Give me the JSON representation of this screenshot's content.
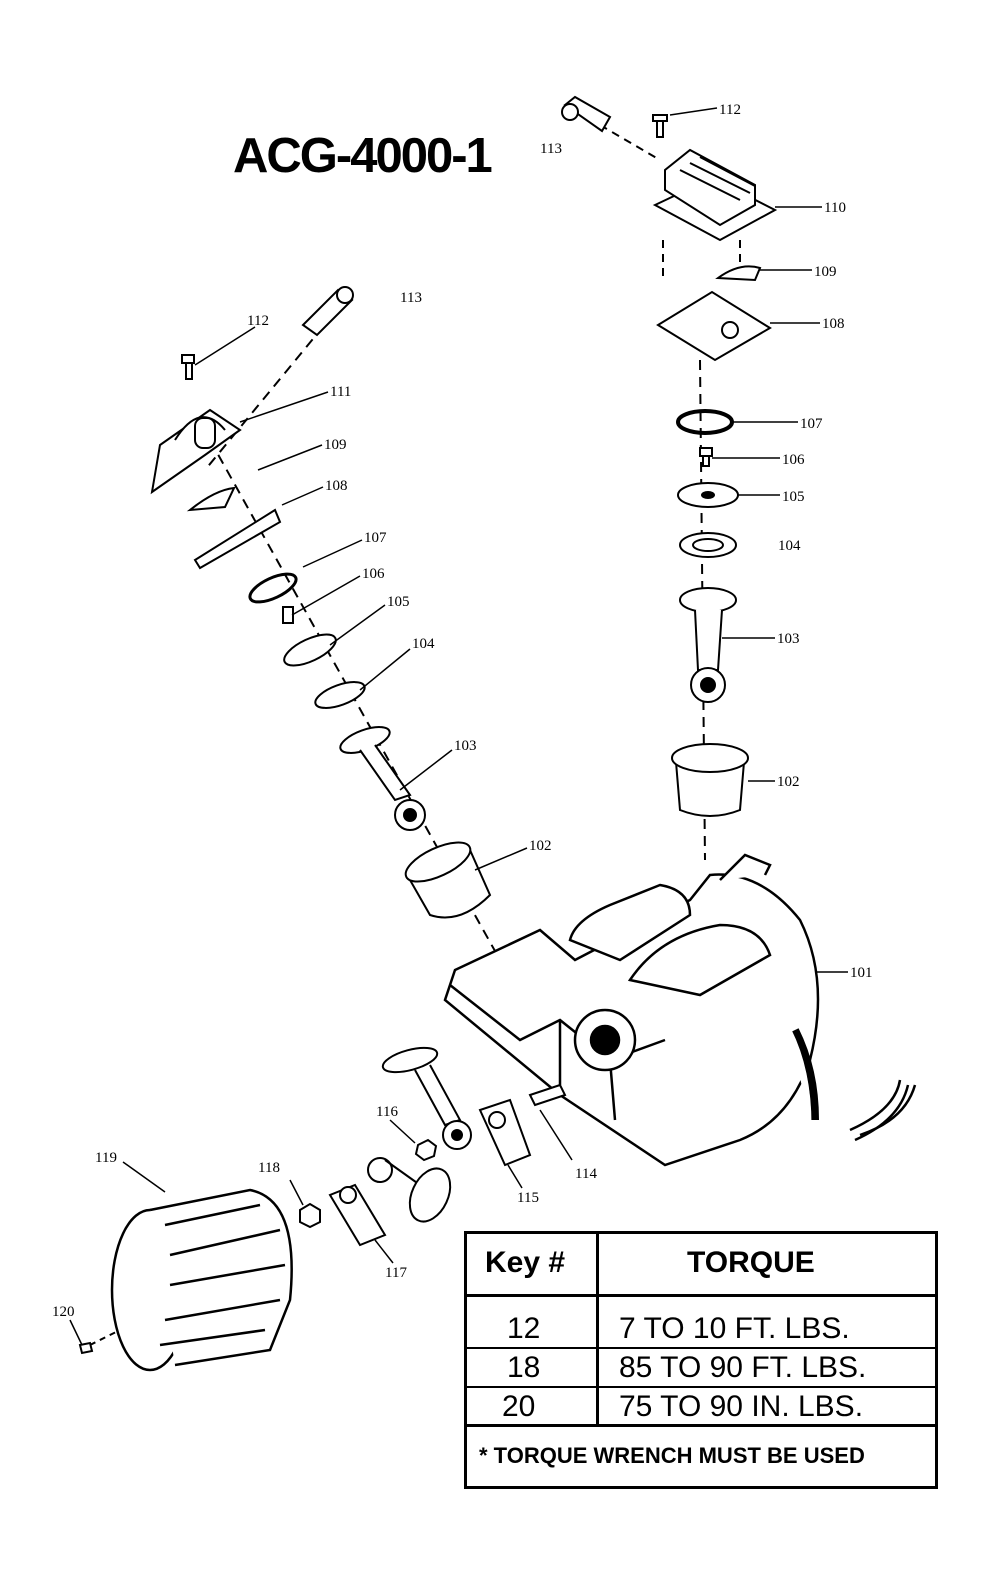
{
  "title": "ACG-4000-1",
  "labels": [
    {
      "key": "l112_top",
      "text": "112"
    },
    {
      "key": "l113_top",
      "text": "113"
    },
    {
      "key": "l110",
      "text": "110"
    },
    {
      "key": "l109_r",
      "text": "109"
    },
    {
      "key": "l108_r",
      "text": "108"
    },
    {
      "key": "l107_r",
      "text": "107"
    },
    {
      "key": "l106_r",
      "text": "106"
    },
    {
      "key": "l105_r",
      "text": "105"
    },
    {
      "key": "l104_r",
      "text": "104"
    },
    {
      "key": "l103_r",
      "text": "103"
    },
    {
      "key": "l102_r",
      "text": "102"
    },
    {
      "key": "l101",
      "text": "101"
    },
    {
      "key": "l113_l",
      "text": "113"
    },
    {
      "key": "l112_l",
      "text": "112"
    },
    {
      "key": "l111",
      "text": "111"
    },
    {
      "key": "l109_l",
      "text": "109"
    },
    {
      "key": "l108_l",
      "text": "108"
    },
    {
      "key": "l107_l",
      "text": "107"
    },
    {
      "key": "l106_l",
      "text": "106"
    },
    {
      "key": "l105_l",
      "text": "105"
    },
    {
      "key": "l104_l",
      "text": "104"
    },
    {
      "key": "l103_l",
      "text": "103"
    },
    {
      "key": "l102_l",
      "text": "102"
    },
    {
      "key": "l116",
      "text": "116"
    },
    {
      "key": "l114",
      "text": "114"
    },
    {
      "key": "l115",
      "text": "115"
    },
    {
      "key": "l118",
      "text": "118"
    },
    {
      "key": "l117",
      "text": "117"
    },
    {
      "key": "l119",
      "text": "119"
    },
    {
      "key": "l120",
      "text": "120"
    }
  ],
  "torque_table": {
    "header": {
      "key": "Key #",
      "torque": "TORQUE"
    },
    "rows": [
      {
        "key": "12",
        "torque": "7 TO 10 FT. LBS."
      },
      {
        "key": "18",
        "torque": "85 TO 90 FT. LBS."
      },
      {
        "key": "20",
        "torque": "75 TO 90 IN. LBS."
      }
    ],
    "note": "* TORQUE WRENCH MUST BE USED"
  }
}
